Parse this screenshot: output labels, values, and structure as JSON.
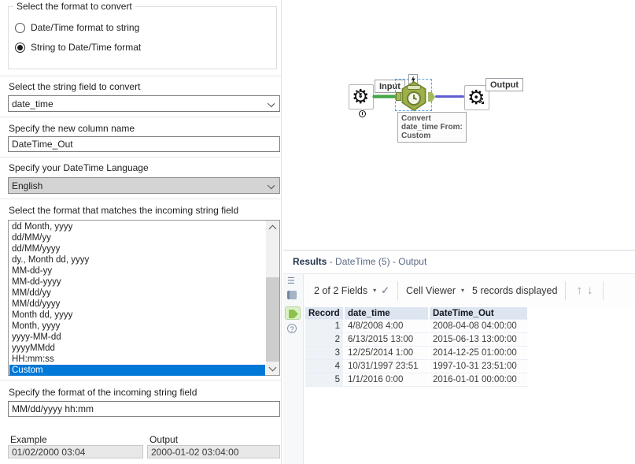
{
  "colors": {
    "selection_blue": "#0078d7",
    "tool_green": "#9dae4b",
    "connector_green": "#3faa44",
    "connector_blue": "#5f5fd3",
    "grid_header_bg": "#dde5f0"
  },
  "icons": {
    "gear": "⚙",
    "arrow_in": "↘",
    "arrow_out": "↘",
    "list": "☰",
    "question": "?",
    "caret": "▾",
    "check": "✓",
    "arrow_up": "↑",
    "arrow_down": "↓"
  },
  "config_panel": {
    "format_group": {
      "legend": "Select the format to convert",
      "option1": "Date/Time format to string",
      "option2": "String to Date/Time format"
    },
    "field_select": {
      "label": "Select the string field to convert",
      "value": "date_time"
    },
    "column_name": {
      "label": "Specify the new column name",
      "value": "DateTime_Out"
    },
    "language": {
      "label": "Specify your DateTime Language",
      "value": "English"
    },
    "format_list": {
      "label": "Select the format that matches the incoming string field",
      "items": [
        "dd Month, yyyy",
        "dd/MM/yy",
        "dd/MM/yyyy",
        "dy., Month dd, yyyy",
        "MM-dd-yy",
        "MM-dd-yyyy",
        "MM/dd/yy",
        "MM/dd/yyyy",
        "Month dd, yyyy",
        "Month, yyyy",
        "yyyy-MM-dd",
        "yyyyMMdd",
        "HH:mm:ss",
        "Custom"
      ],
      "selected": "Custom"
    },
    "custom_format": {
      "label": "Specify the format of the incoming string field",
      "value": "MM/dd/yyyy hh:mm"
    },
    "example": {
      "label": "Example",
      "value": "01/02/2000 03:04"
    },
    "output": {
      "label": "Output",
      "value": "2000-01-02 03:04:00"
    }
  },
  "canvas": {
    "input_label": "Input",
    "output_label": "Output",
    "annotation": [
      "Convert",
      "date_time From:",
      "Custom"
    ]
  },
  "results": {
    "title_bold": "Results",
    "title_rest": " - DateTime (5) - Output",
    "toolbar": {
      "fields": "2 of 2 Fields",
      "cell_viewer": "Cell Viewer",
      "records": "5 records displayed"
    },
    "table": {
      "columns": [
        "Record",
        "date_time",
        "DateTime_Out"
      ],
      "rows": [
        [
          "1",
          "4/8/2008 4:00",
          "2008-04-08 04:00:00"
        ],
        [
          "2",
          "6/13/2015 13:00",
          "2015-06-13 13:00:00"
        ],
        [
          "3",
          "12/25/2014 1:00",
          "2014-12-25 01:00:00"
        ],
        [
          "4",
          "10/31/1997 23:51",
          "1997-10-31 23:51:00"
        ],
        [
          "5",
          "1/1/2016 0:00",
          "2016-01-01 00:00:00"
        ]
      ]
    }
  }
}
